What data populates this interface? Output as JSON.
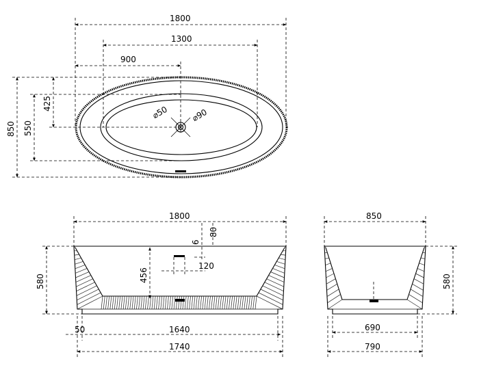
{
  "top_view": {
    "overall_length": "1800",
    "dim_1300": "1300",
    "dim_900": "900",
    "overall_width": "850",
    "dim_550": "550",
    "dim_425": "425",
    "drain_inner_dia": "⌀50",
    "drain_outer_dia": "⌀90"
  },
  "front_view": {
    "overall_length": "1800",
    "height": "580",
    "inner_depth": "456",
    "overflow_offset_6": "6",
    "overflow_offset_80": "80",
    "overflow_width": "120",
    "base_offset": "50",
    "base_length": "1640",
    "total_base": "1740"
  },
  "side_view": {
    "overall_width": "850",
    "height": "580",
    "base_width": "690",
    "foot_width": "790"
  }
}
